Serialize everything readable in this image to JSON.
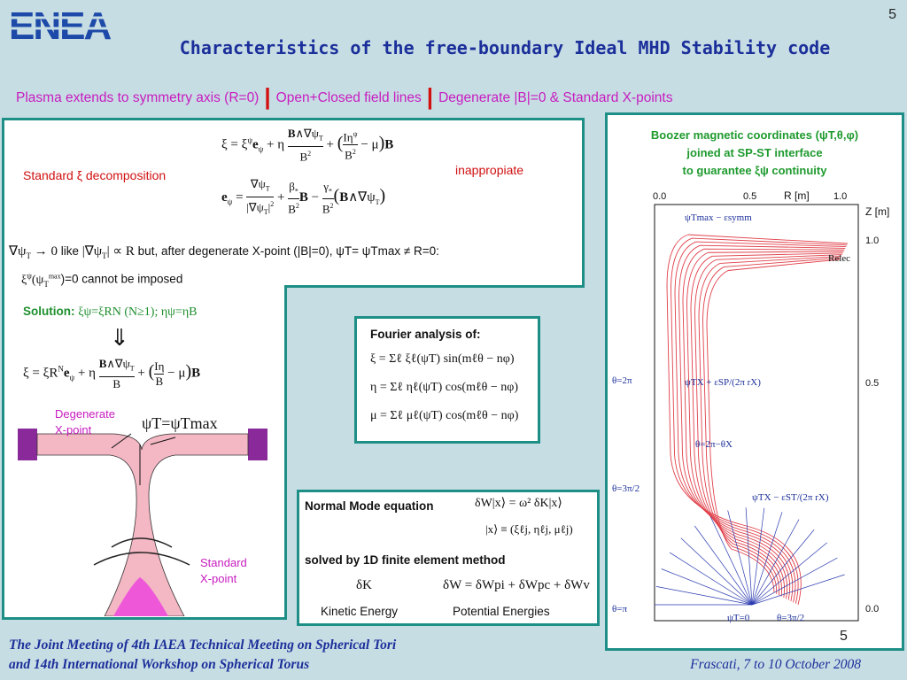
{
  "header": {
    "page_number": "5",
    "logo_text": "ENEA",
    "title": "Characteristics of the free-boundary Ideal MHD Stability code",
    "subtitle": {
      "item1": "Plasma extends to symmetry axis (R=0)",
      "item2": "Open+Closed field lines",
      "item3": "Degenerate |B|=0 & Standard X-points",
      "separator": "|"
    }
  },
  "left_panel": {
    "decomposition_label": "Standard ξ decomposition",
    "inappropriate_label": "inappropiate",
    "like_line": {
      "part1": "like",
      "part2": "but, after degenerate X-point (|B|=0), ψT= ψTmax ≠ R=0:"
    },
    "imposed_line": ")=0 cannot be imposed",
    "solution_label": "Solution:",
    "solution_eq": "ξψ=ξRN (N≥1); ηψ=ηB",
    "arrow": "⇓",
    "diagram": {
      "degenerate_label_1": "Degenerate",
      "degenerate_label_2": "X-point",
      "standard_label_1": "Standard",
      "standard_label_2": "X-point",
      "psi_label": "ψT=ψTmax"
    }
  },
  "fourier": {
    "heading": "Fourier analysis of:",
    "eq1": "ξ = Σℓ ξℓ(ψT) sin(mℓθ − nφ)",
    "eq2": "η = Σℓ ηℓ(ψT) cos(mℓθ − nφ)",
    "eq3": "μ = Σℓ μℓ(ψT) cos(mℓθ − nφ)"
  },
  "normal_mode": {
    "heading": "Normal Mode equation",
    "eq1": "δW|x⟩ = ω² δK|x⟩",
    "eq2": "|x⟩ ≡ (ξℓj, ηℓj, μℓj)",
    "method": "solved by 1D finite element method",
    "kinetic_symbol": "δK",
    "potential_eq": "δW = δWpi + δWpc + δWv",
    "kinetic_label": "Kinetic Energy",
    "potential_label": "Potential Energies"
  },
  "right_panel": {
    "boozer_line1": "Boozer magnetic coordinates (ψT,θ,φ)",
    "boozer_line2": "joined at SP-ST interface",
    "boozer_line3": "to guarantee ξψ continuity",
    "plot": {
      "x_label": "R [m]",
      "y_label": "Z [m]",
      "x_ticks": [
        "0.0",
        "0.5",
        "1.0"
      ],
      "y_ticks": [
        "1.0",
        "0.5",
        "0.0"
      ],
      "labels": {
        "theta_2pi": "θ=2π",
        "theta_2pi_minus": "θ=2π−θX",
        "theta_3pi2": "θ=3π/2",
        "theta_pi": "θ=π",
        "theta_bottom": "θ=3π/2",
        "psi_zero": "ψT=0",
        "r_elec": "Relec",
        "psi_symm": "ψTmax − εsymm",
        "psi_sp": "ψTX + εSP/(2π rX)",
        "psi_st": "ψTX − εST/(2π rX)"
      }
    }
  },
  "footer": {
    "line1": "The Joint Meeting of 4th IAEA Technical Meeting on Spherical Tori",
    "line2": "and 14th International Workshop on Spherical Torus",
    "location": "Frascati, 7 to 10 October 2008",
    "slide_number": "5"
  },
  "colors": {
    "background": "#c7dde4",
    "title": "#1b2f9a",
    "subtitle": "#c71dbf",
    "panel_border": "#1e8f86",
    "accent_red": "#d01010",
    "accent_green": "#1e9a2e"
  }
}
